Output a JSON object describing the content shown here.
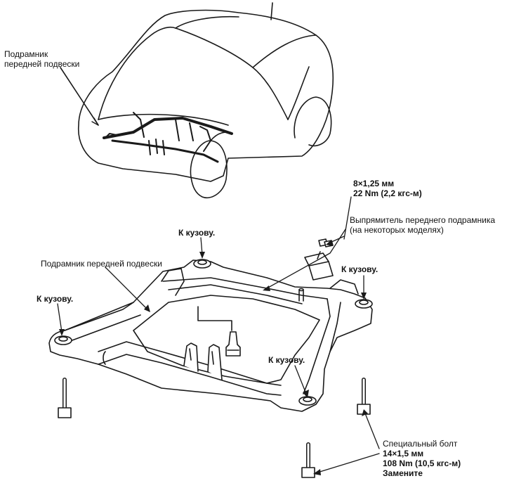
{
  "labels": {
    "car_subframe": [
      "Подрамник",
      "передней подвески"
    ],
    "bolt_spec": [
      "8×1,25 мм",
      "22 Nm (2,2 кгс-м)"
    ],
    "straightener": [
      "Выпрямитель переднего подрамника",
      "(на некоторых моделях)"
    ],
    "subframe": "Подрамник передней подвески",
    "to_body": "К кузову.",
    "special_bolt": [
      "Специальный болт",
      "14×1,5 мм",
      "108 Nm (10,5 кгс-м)",
      "Замените"
    ]
  },
  "colors": {
    "line": "#1a1a1a",
    "fill": "#ffffff",
    "shade": "#bdbdbd"
  }
}
